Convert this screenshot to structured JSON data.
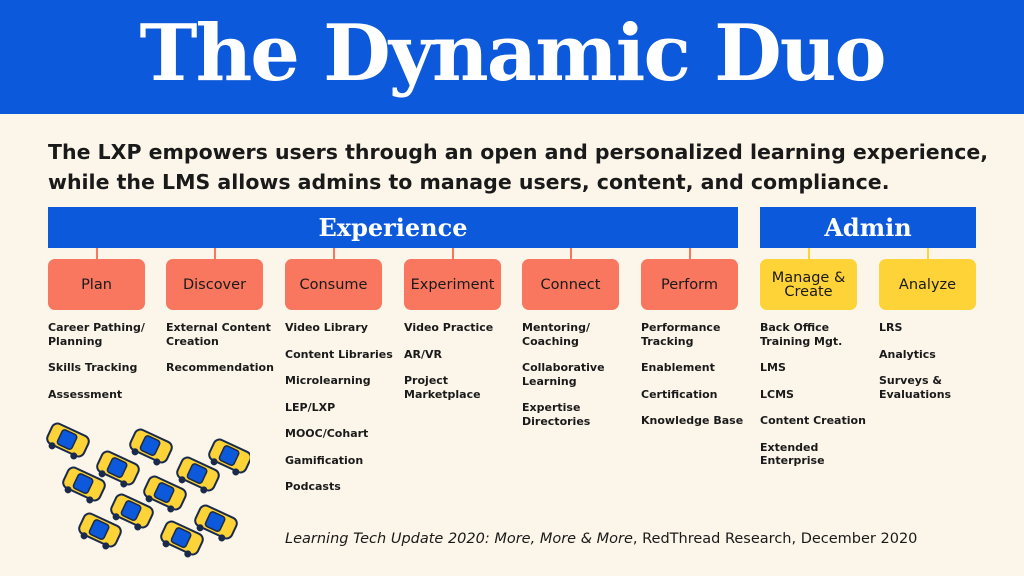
{
  "banner": {
    "title": "The Dynamic Duo"
  },
  "subtitle": {
    "line1": "The LXP empowers users through an open and personalized learning experience,",
    "line2": "while the LMS allows admins to manage users, content, and compliance."
  },
  "sections": {
    "experience": "Experience",
    "admin": "Admin"
  },
  "colors": {
    "blue": "#0c59db",
    "salmon": "#f8775e",
    "yellow": "#fed338",
    "background": "#fcf6ea"
  },
  "columns": [
    {
      "label": "Plan",
      "items": [
        "Career Pathing/\nPlanning",
        "Skills Tracking",
        "Assessment"
      ]
    },
    {
      "label": "Discover",
      "items": [
        "External Content\nCreation",
        "Recommendation"
      ]
    },
    {
      "label": "Consume",
      "items": [
        "Video Library",
        "Content Libraries",
        "Microlearning",
        "LEP/LXP",
        "MOOC/Cohart",
        "Gamification",
        "Podcasts"
      ]
    },
    {
      "label": "Experiment",
      "items": [
        "Video Practice",
        "AR/VR",
        "Project\nMarketplace"
      ]
    },
    {
      "label": "Connect",
      "items": [
        "Mentoring/\nCoaching",
        "Collaborative\nLearning",
        "Expertise\nDirectories"
      ]
    },
    {
      "label": "Perform",
      "items": [
        "Performance\nTracking",
        "Enablement",
        "Certification",
        "Knowledge Base"
      ]
    },
    {
      "label": "Manage &\nCreate",
      "items": [
        "Back Office\nTraining Mgt.",
        "LMS",
        "LCMS",
        "Content Creation",
        "Extended\nEnterprise"
      ]
    },
    {
      "label": "Analyze",
      "items": [
        "LRS",
        "Analytics",
        "Surveys &\nEvaluations"
      ]
    }
  ],
  "citation": {
    "title": "Learning Tech Update 2020: More, More & More",
    "rest": ", RedThread Research, December 2020"
  }
}
